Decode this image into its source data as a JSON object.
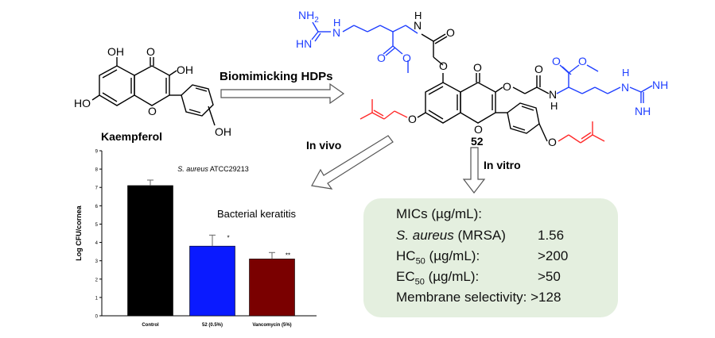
{
  "kaempferol": {
    "name": "Kaempferol",
    "atoms": {
      "oh_top": "OH",
      "o_top": "O",
      "oh_right": "OH",
      "ho_left": "HO",
      "o_ring": "O",
      "oh_phenyl": "OH"
    }
  },
  "compound52": {
    "label": "52",
    "atoms": {
      "nh2": "NH",
      "nh2_sub": "2",
      "hn_left": "HN",
      "h_n1": "H",
      "n1": "N",
      "h_amide": "H",
      "n_amide": "N",
      "o_amide": "O",
      "o_ester1a": "O",
      "o_ester1b": "O",
      "o_link": "O",
      "o_keto": "O",
      "o_link2": "O",
      "o_amide2": "O",
      "o_ester2a": "O",
      "o_ester2b": "O",
      "h_n2": "H",
      "n_amide2": "N",
      "h_n3": "H",
      "n3": "N",
      "nh_right": "NH",
      "nh_bottom": "NH",
      "o_prenyl1": "O",
      "o_ring": "O",
      "o_prenyl2": "O"
    }
  },
  "arrows": {
    "biomimicking": "Biomimicking HDPs",
    "in_vivo": "In vivo",
    "in_vitro": "In vitro"
  },
  "chart_data": {
    "type": "bar",
    "title": "S. aureus ATCC29213",
    "title_italic_part": "S. aureus",
    "title_rest": "ATCC29213",
    "annotation": "Bacterial keratitis",
    "ylabel": "Log CFU/cornea",
    "xlabel": "",
    "ylim": [
      0,
      9
    ],
    "yticks": [
      "0",
      "1",
      "2",
      "3",
      "4",
      "5",
      "6",
      "7",
      "8",
      "9"
    ],
    "categories": [
      "Control",
      "52 (0.5%)",
      "Vancomycin (5%)"
    ],
    "values": [
      7.1,
      3.8,
      3.1
    ],
    "errors": [
      0.3,
      0.6,
      0.35
    ],
    "significance": [
      "",
      "*",
      "**"
    ],
    "colors": [
      "#000000",
      "#0a1aff",
      "#7a0000"
    ]
  },
  "results": {
    "mics_label": "MICs (µg/mL):",
    "sa_italic": "S. aureus",
    "sa_rest": " (MRSA)",
    "sa_value": "1.56",
    "hc_prefix": "HC",
    "hc_sub": "50",
    "hc_suffix": " (µg/mL):",
    "hc_value": ">200",
    "ec_prefix": "EC",
    "ec_sub": "50",
    "ec_suffix": " (µg/mL):",
    "ec_value": ">50",
    "selectivity": "Membrane selectivity: >128"
  }
}
